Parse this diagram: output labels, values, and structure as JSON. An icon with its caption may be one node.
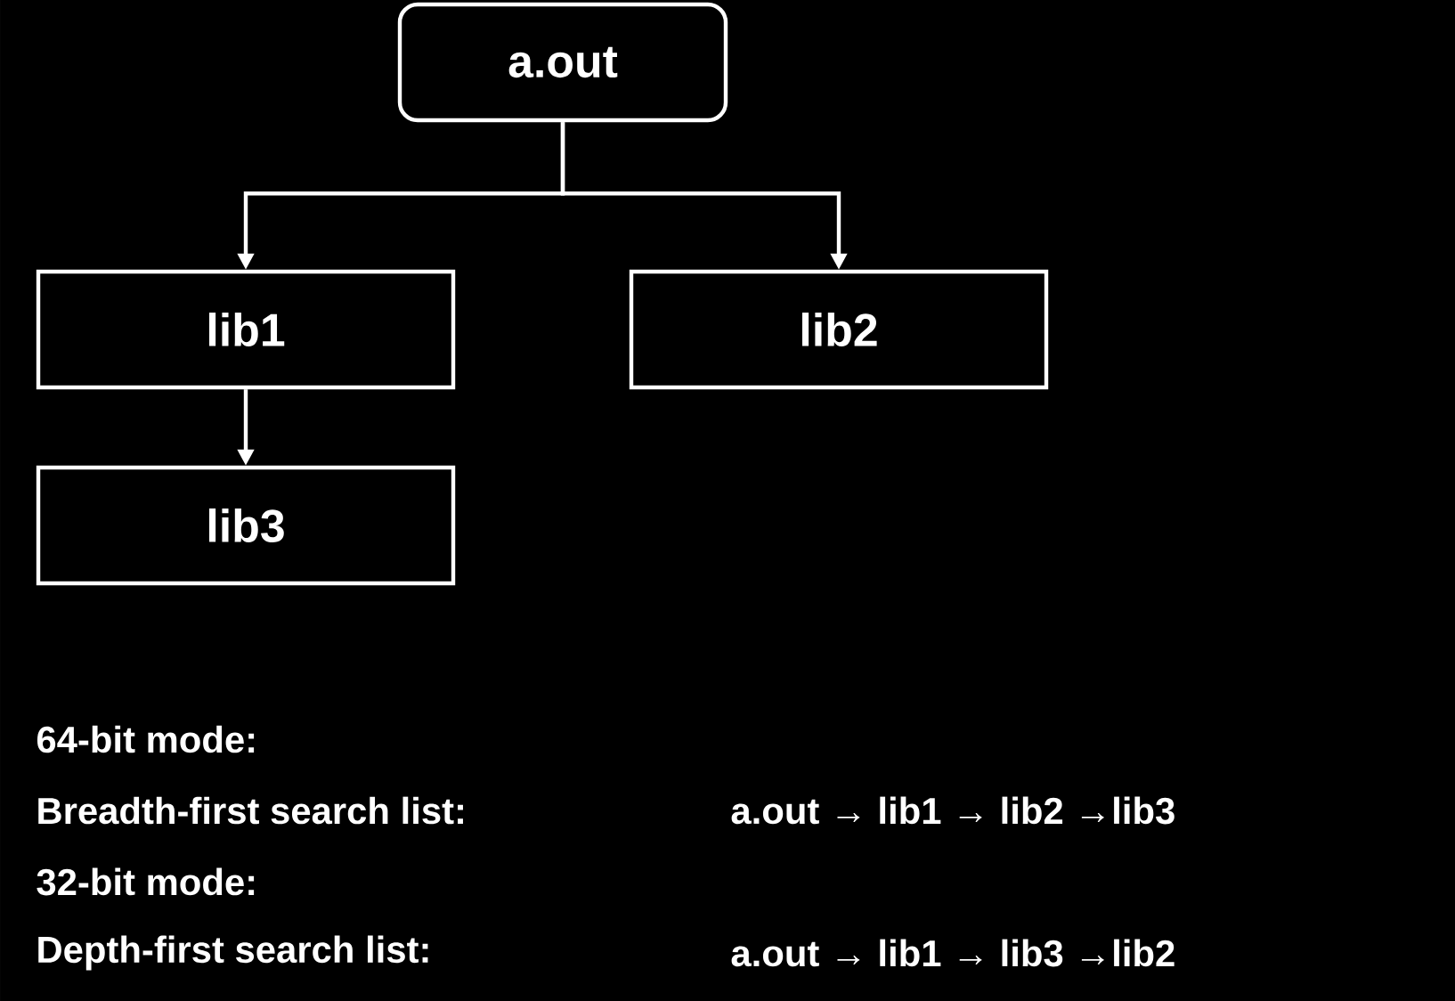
{
  "diagram": {
    "nodes": [
      {
        "text": [
          "a.out"
        ]
      },
      {
        "text": [
          "lib1"
        ]
      },
      {
        "text": [
          "lib2"
        ]
      },
      {
        "text": [
          "lib3"
        ]
      }
    ],
    "edges": [
      {
        "from": 0,
        "to": 1,
        "arrow": "to"
      },
      {
        "from": 0,
        "to": 2,
        "arrow": "to"
      },
      {
        "from": 1,
        "to": 3,
        "arrow": "to"
      }
    ],
    "labels": [
      "64-bit mode:",
      "Breadth-first search list:",
      "a.out → lib1 → lib2 →lib3",
      "32-bit mode:",
      "Depth-first search list:",
      "a.out → lib1 → lib3 →lib2"
    ]
  }
}
